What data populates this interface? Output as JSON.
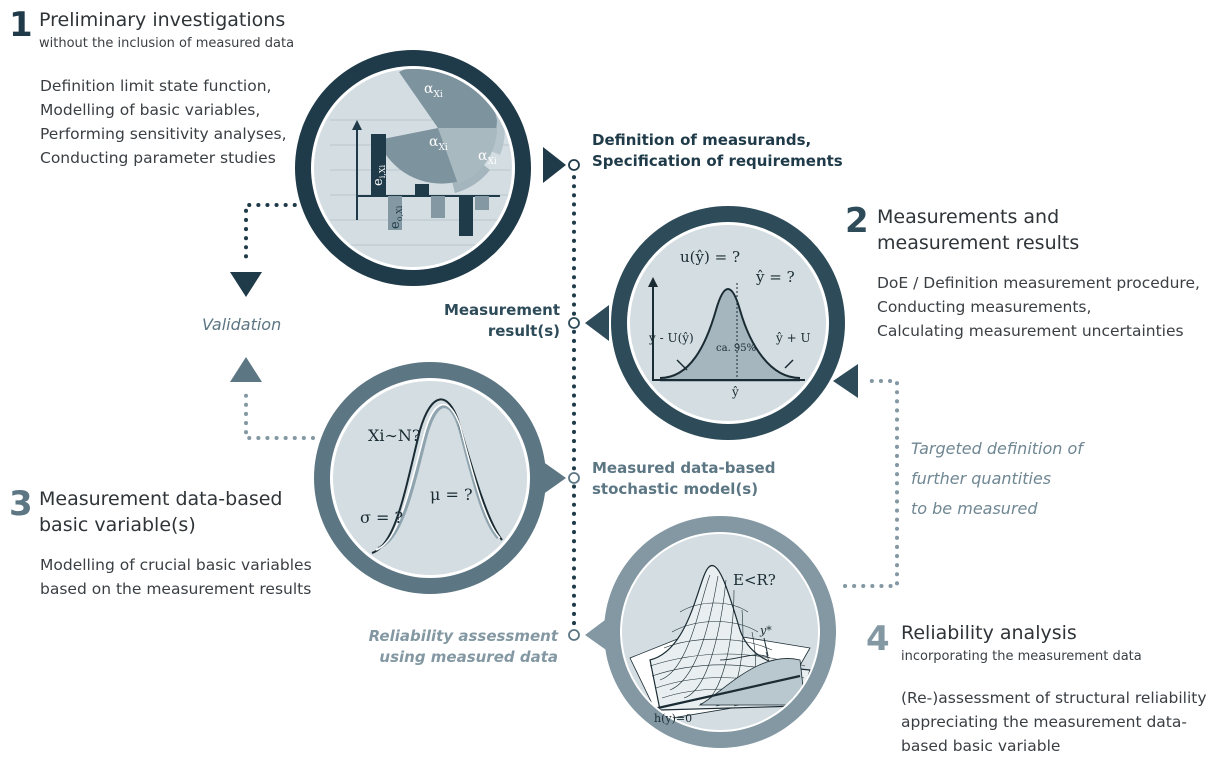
{
  "step1": {
    "number": "1",
    "title": "Preliminary investigations",
    "subtitle": "without the inclusion of measured data",
    "description": "Definition limit state function,\nModelling of basic variables,\nPerforming sensitivity analyses,\nConducting parameter studies"
  },
  "step2": {
    "number": "2",
    "title": "Measurements and\nmeasurement results",
    "description": "DoE / Definition measurement procedure,\nConducting measurements,\nCalculating measurement uncertainties"
  },
  "step3": {
    "number": "3",
    "title": "Measurement data-based\nbasic variable(s)",
    "description": "Modelling of crucial basic variables\nbased on the measurement results"
  },
  "step4": {
    "number": "4",
    "title": "Reliability analysis",
    "subtitle": "incorporating the measurement data",
    "description": "(Re-)assessment of structural reliability\nappreciating the measurement data-\nbased basic variable"
  },
  "labels": {
    "measurands": "Definition of measurands,\nSpecification of requirements",
    "measurement_results": "Measurement\nresult(s)",
    "stochastic_models": "Measured data-based\nstochastic model(s)",
    "reliability_assessment": "Reliability assessment\nusing measured data",
    "validation": "Validation",
    "targeted": "Targeted definition of\nfurther quantities\nto be measured"
  },
  "circle1": {
    "alpha1": "α",
    "alpha2": "α",
    "alpha3": "α",
    "alpha_sub": "Xi",
    "e1": "e",
    "e1_sub": "i,Xi",
    "e2": "e",
    "e2_sub": "o,Xi"
  },
  "circle2": {
    "u_label": "u(ŷ) = ?",
    "y_hat_label": "ŷ = ?",
    "lower_label": "y - U(ŷ)",
    "upper_label": "ŷ + U",
    "ci_label": "ca. 95%",
    "axis_label": "ŷ"
  },
  "circle3": {
    "dist_label": "Xi∼N?",
    "mu_label": "μ = ?",
    "sigma_label": "σ = ?"
  },
  "circle4": {
    "cond_label": "E<R?",
    "ystar_label": "y*",
    "limit_label": "h(y)=0"
  },
  "colors": {
    "dark": "#1f3a48",
    "mid": "#5c7683",
    "light": "#8398a3",
    "disc": "#d3dde2",
    "text_light": "#6f8793"
  }
}
